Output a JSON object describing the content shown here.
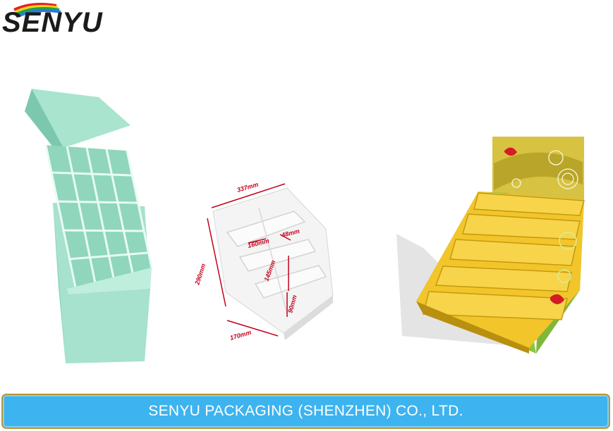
{
  "logo": {
    "text": "SENYU",
    "swoosh_colors": [
      "#e5201f",
      "#f7d21b",
      "#1fa24a",
      "#2a7bd8"
    ]
  },
  "products": [
    {
      "name": "floor-display-stand",
      "color": "#9fdcc6"
    },
    {
      "name": "counter-display-tray",
      "color": "#f4f4f4",
      "dimensions": {
        "width": "337mm",
        "height": "290mm",
        "depth": "170mm",
        "shelf_depth": "160mm",
        "divider": "48mm",
        "step": "145mm",
        "front": "90mm"
      }
    },
    {
      "name": "stepped-counter-display",
      "color": "#f2c52a"
    }
  ],
  "footer": {
    "company": "SENYU PACKAGING (SHENZHEN) CO., LTD."
  }
}
